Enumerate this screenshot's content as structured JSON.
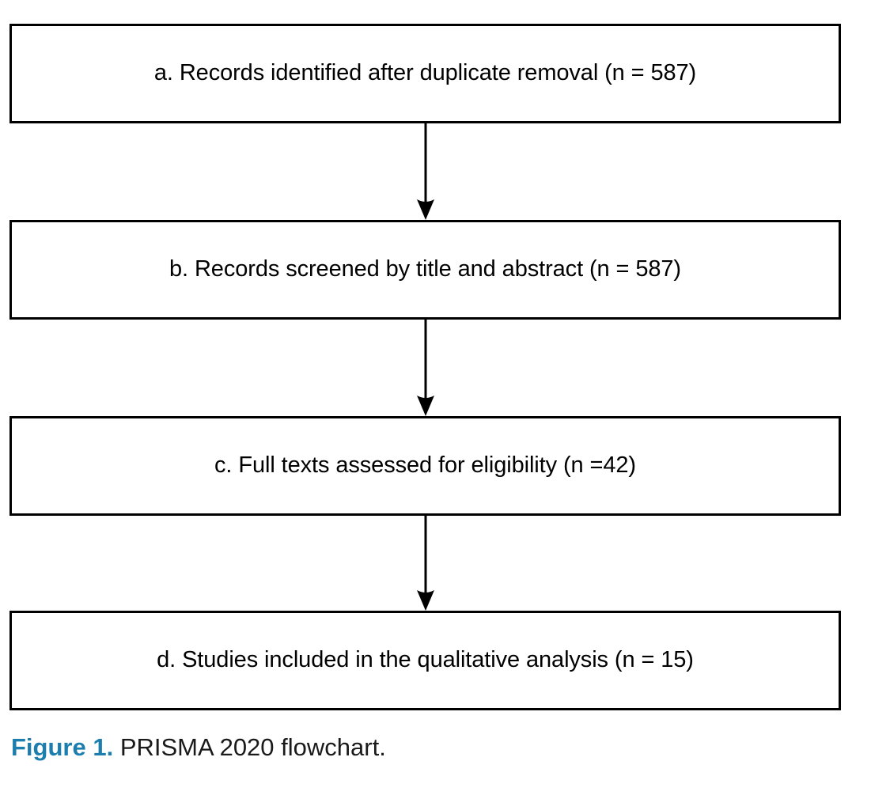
{
  "chart_data": {
    "type": "diagram",
    "diagram_kind": "prisma-flowchart",
    "title": "PRISMA 2020 flowchart",
    "orientation": "vertical",
    "nodes": [
      {
        "id": "a",
        "label": "a. Records identified after duplicate removal (n = 587)",
        "stage": "identification",
        "count": 587
      },
      {
        "id": "b",
        "label": "b. Records screened by title and abstract (n = 587)",
        "stage": "screening",
        "count": 587
      },
      {
        "id": "c",
        "label": "c. Full texts assessed for eligibility (n =42)",
        "stage": "eligibility",
        "count": 42
      },
      {
        "id": "d",
        "label": "d. Studies included in the qualitative analysis (n = 15)",
        "stage": "included",
        "count": 15
      }
    ],
    "edges": [
      {
        "from": "a",
        "to": "b",
        "style": "solid-arrow-down"
      },
      {
        "from": "b",
        "to": "c",
        "style": "solid-arrow-down"
      },
      {
        "from": "c",
        "to": "d",
        "style": "solid-arrow-down"
      }
    ]
  },
  "flowchart": {
    "boxes": [
      {
        "label": "a. Records identified after duplicate removal (n = 587)"
      },
      {
        "label": "b. Records screened by title and abstract (n = 587)"
      },
      {
        "label": "c. Full texts assessed for eligibility (n =42)"
      },
      {
        "label": "d. Studies included in the qualitative analysis (n = 15)"
      }
    ],
    "arrows": [
      {
        "name": "arrow-a-to-b"
      },
      {
        "name": "arrow-b-to-c"
      },
      {
        "name": "arrow-c-to-d"
      }
    ]
  },
  "caption": {
    "number": "Figure 1.",
    "text": " PRISMA 2020 flowchart."
  },
  "colors": {
    "caption_accent": "#1b7eae",
    "box_border": "#000000",
    "text": "#000000",
    "background": "#ffffff"
  }
}
